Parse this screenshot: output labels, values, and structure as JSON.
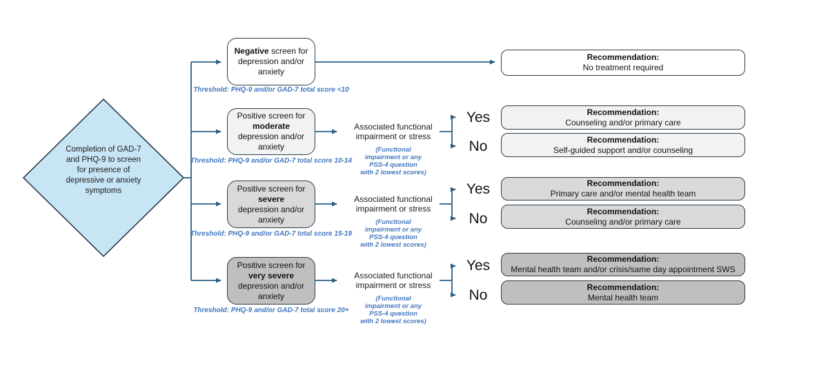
{
  "title": "Depression and anxiety screening decision flowchart",
  "colors": {
    "diamond_fill": "#c8e5f5",
    "diamond_border": "#1c2b36",
    "connector": "#2a5f84",
    "accent_blue_text": "#4277bf",
    "box_border": "#2e3b47",
    "row_fills": [
      "#ffffff",
      "#f2f2f2",
      "#d9d9d9",
      "#bfbfbf"
    ]
  },
  "start_node": {
    "text": "Completion of GAD-7 and PHQ-9 to screen for presence of depressive or anxiety symptoms"
  },
  "question": {
    "text": "Associated functional impairment or stress",
    "note_line1": "(Functional",
    "note_line2": "impairment or any",
    "note_line3": "PSS-4 question",
    "note_line4": "with 2 lowest scores)"
  },
  "yes_label": "Yes",
  "no_label": "No",
  "recommendation_heading": "Recommendation:",
  "rows": [
    {
      "severity": "negative",
      "screen": {
        "bold": "Negative",
        "line1_rest": " screen for",
        "line2": "depression and/or",
        "line3": "anxiety"
      },
      "threshold": "Threshold:  PHQ-9 and/or GAD-7 total score <10",
      "recommendations": [
        {
          "text": "No treatment required"
        }
      ]
    },
    {
      "severity": "moderate",
      "screen": {
        "line1": "Positive screen for",
        "bold": "moderate",
        "line3": "depression and/or",
        "line4": "anxiety"
      },
      "threshold": "Threshold:  PHQ-9 and/or GAD-7 total score 10-14",
      "recommendations": [
        {
          "branch": "Yes",
          "text": "Counseling and/or primary care"
        },
        {
          "branch": "No",
          "text": "Self-guided support and/or counseling"
        }
      ]
    },
    {
      "severity": "severe",
      "screen": {
        "line1": "Positive screen for",
        "bold": "severe",
        "line3": "depression and/or",
        "line4": "anxiety"
      },
      "threshold": "Threshold:  PHQ-9 and/or GAD-7 total score 15-19",
      "recommendations": [
        {
          "branch": "Yes",
          "text": "Primary care and/or mental health team"
        },
        {
          "branch": "No",
          "text": "Counseling and/or primary care"
        }
      ]
    },
    {
      "severity": "very severe",
      "screen": {
        "line1": "Positive screen for",
        "bold": "very severe",
        "line3": "depression and/or",
        "line4": "anxiety"
      },
      "threshold": "Threshold:  PHQ-9 and/or GAD-7 total score 20+",
      "recommendations": [
        {
          "branch": "Yes",
          "text": "Mental health team and/or crisis/same day appointment SWS"
        },
        {
          "branch": "No",
          "text": "Mental health team"
        }
      ]
    }
  ]
}
